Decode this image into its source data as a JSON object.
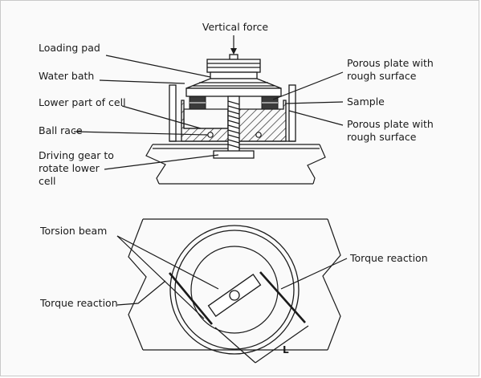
{
  "labels": {
    "vertical_force": "Vertical force",
    "loading_pad": "Loading pad",
    "water_bath": "Water bath",
    "lower_part_of_cell": "Lower part of cell",
    "ball_race": "Ball race",
    "driving_gear_line1": "Driving gear to",
    "driving_gear_line2": "rotate lower",
    "driving_gear_line3": "cell",
    "porous_plate_top_line1": "Porous plate with",
    "porous_plate_top_line2": "rough surface",
    "sample": "Sample",
    "porous_plate_bottom_line1": "Porous plate with",
    "porous_plate_bottom_line2": "rough surface",
    "torsion_beam": "Torsion beam",
    "torque_reaction_left": "Torque reaction",
    "torque_reaction_right": "Torque reaction",
    "length_marker": "L"
  }
}
